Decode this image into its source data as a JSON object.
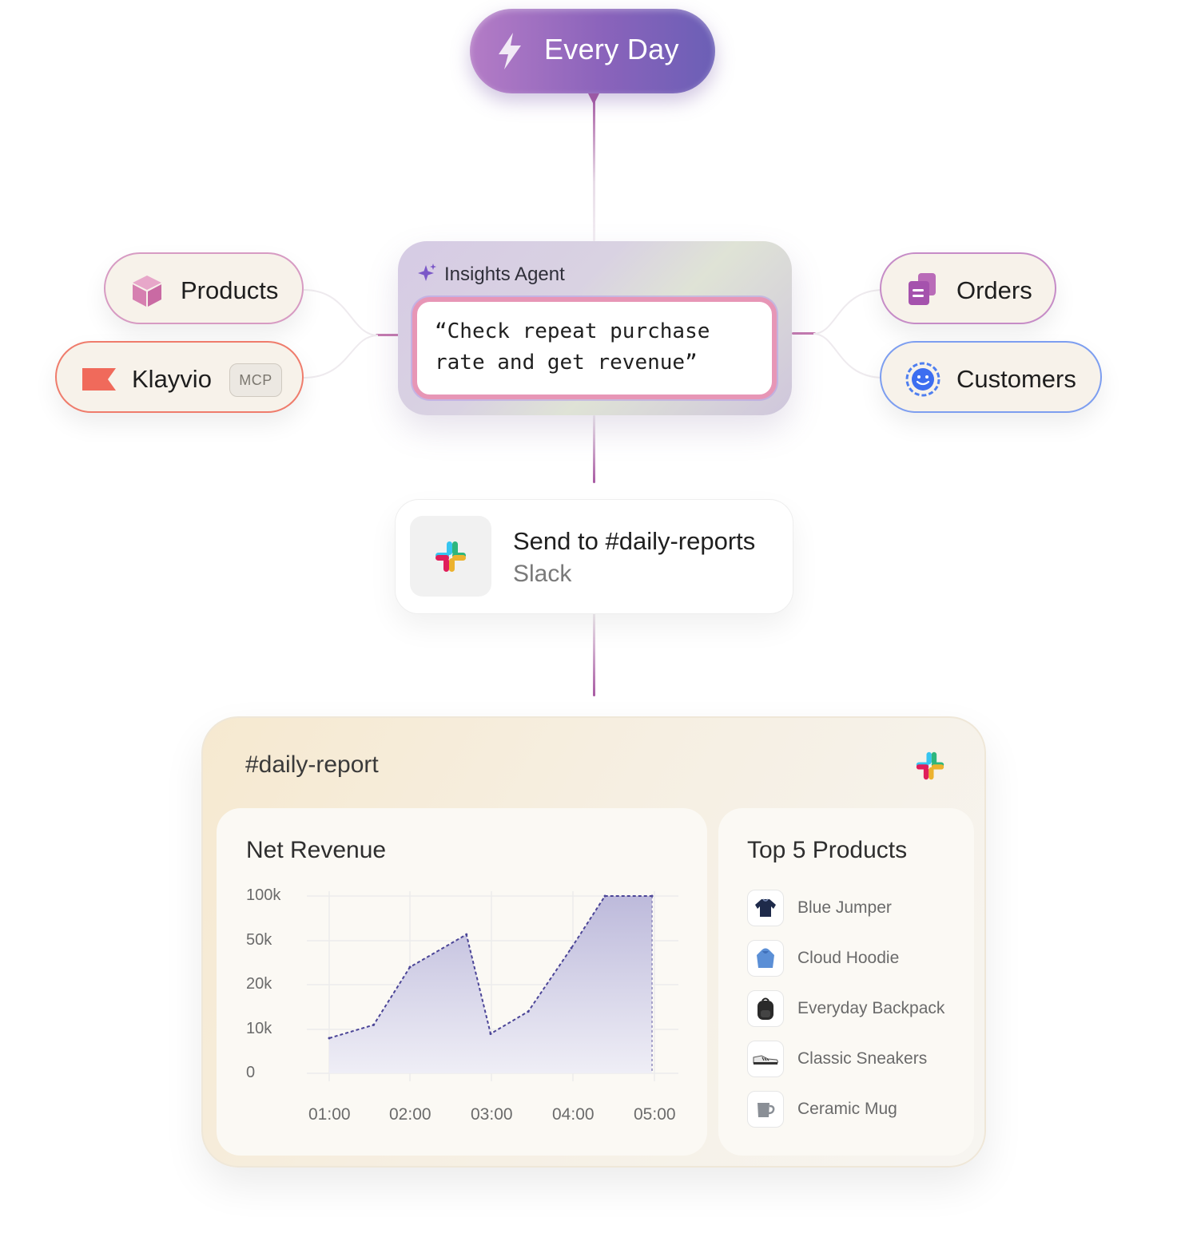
{
  "trigger": {
    "label": "Every Day",
    "icon": "lightning-icon"
  },
  "agent": {
    "title": "Insights Agent",
    "prompt_line1": "“Check repeat purchase",
    "prompt_line2": "rate and get revenue”"
  },
  "sources_left": [
    {
      "label": "Products",
      "icon": "cube-icon"
    },
    {
      "label": "Klayvio",
      "badge": "MCP",
      "icon": "flag-icon"
    }
  ],
  "sources_right": [
    {
      "label": "Orders",
      "icon": "orders-icon"
    },
    {
      "label": "Customers",
      "icon": "smiley-icon"
    }
  ],
  "action": {
    "title": "Send to #daily-reports",
    "subtitle": "Slack",
    "icon": "slack-icon"
  },
  "report": {
    "channel": "#daily-report",
    "revenue_title": "Net Revenue",
    "products_title": "Top 5 Products",
    "products": [
      {
        "name": "Blue Jumper",
        "icon": "jumper-icon"
      },
      {
        "name": "Cloud Hoodie",
        "icon": "hoodie-icon"
      },
      {
        "name": "Everyday Backpack",
        "icon": "backpack-icon"
      },
      {
        "name": "Classic Sneakers",
        "icon": "sneaker-icon"
      },
      {
        "name": "Ceramic Mug",
        "icon": "mug-icon"
      }
    ]
  },
  "chart_data": {
    "type": "area",
    "title": "Net Revenue",
    "x_ticks": [
      "01:00",
      "02:00",
      "03:00",
      "04:00",
      "05:00"
    ],
    "y_ticks": [
      "0",
      "10k",
      "20k",
      "50k",
      "100k"
    ],
    "y_scale": "categorical-ticks",
    "x": [
      "01:00",
      "01:33",
      "02:00",
      "02:42",
      "03:00",
      "03:28",
      "04:00",
      "04:25",
      "05:00"
    ],
    "values": [
      8000,
      11000,
      32000,
      57000,
      9000,
      14000,
      45000,
      100000,
      100000
    ],
    "line_style": "dashed",
    "colors": {
      "line": "#4b4597",
      "fill_top": "#bdbadb",
      "fill_bottom": "#efeef6"
    },
    "grid": true
  },
  "colors": {
    "trigger_start": "#b47cc6",
    "trigger_end": "#6b5fb6",
    "connector": "#a85aa3",
    "products_border": "#d79bc3",
    "klayvio_border": "#ef7c6c",
    "orders_border": "#c68cc7",
    "customers_border": "#7d9ef0"
  }
}
